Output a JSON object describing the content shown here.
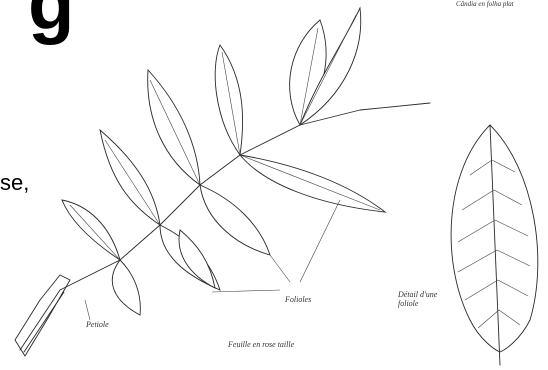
{
  "fragments": {
    "top_glyph": "g",
    "left_text": "se,"
  },
  "captions": {
    "top_right": "Cândia en folha plat",
    "petiole": "Petiole",
    "leaflets": "Folioles",
    "compound_leaf": "Feuille en rose taille",
    "single_leaflet": "Détail d'une foliole"
  },
  "colors": {
    "ink": "#2a2a2a",
    "paper": "#ffffff"
  }
}
